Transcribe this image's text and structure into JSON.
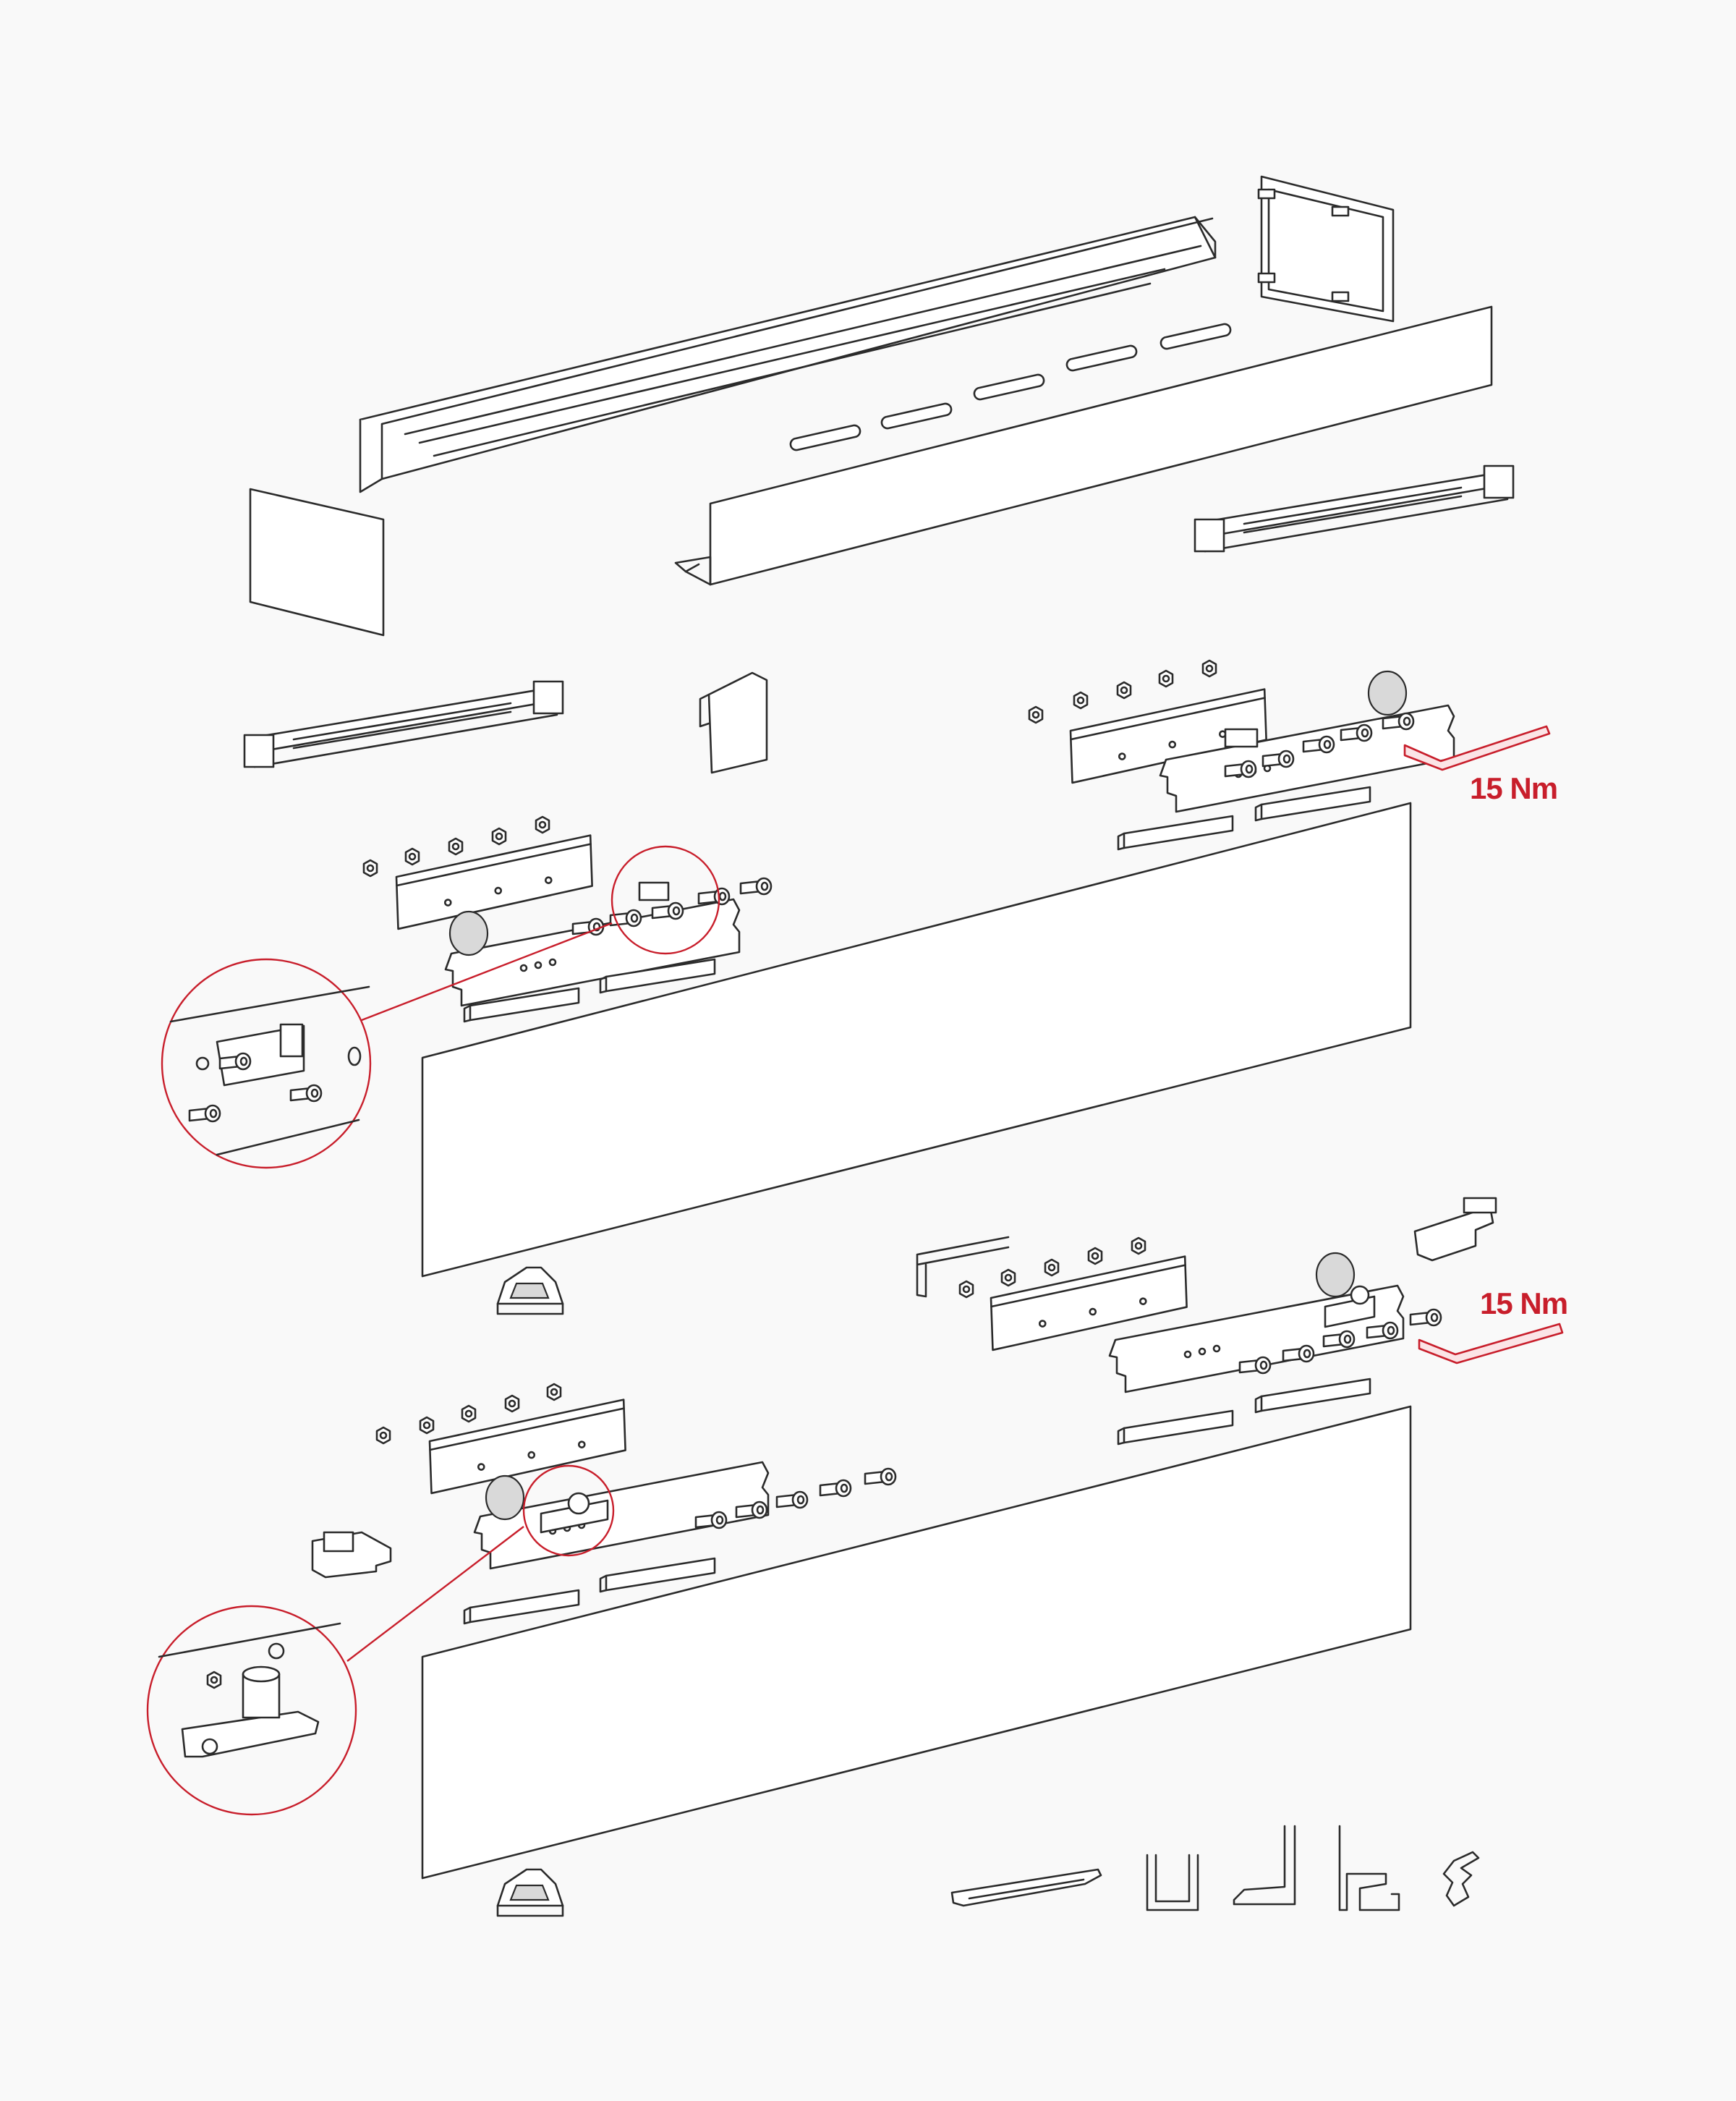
{
  "annotations": {
    "torque_upper": "15 Nm",
    "torque_lower": "15 Nm"
  },
  "colors": {
    "line": "#2b2b2b",
    "accent": "#c81e2b",
    "background": "#f9f9f9"
  },
  "parts": {
    "top_rail": "track-profile",
    "fascia": "front-cover-panel",
    "end_cap": "end-cap",
    "side_panel": "side-end-panel",
    "damper": "soft-close-damper",
    "carriage": "roller-carriage",
    "glass_panel": "glass-door-panel",
    "floor_guide": "floor-guide",
    "hex_key": "allen-key",
    "gaskets": "seal-profiles"
  }
}
